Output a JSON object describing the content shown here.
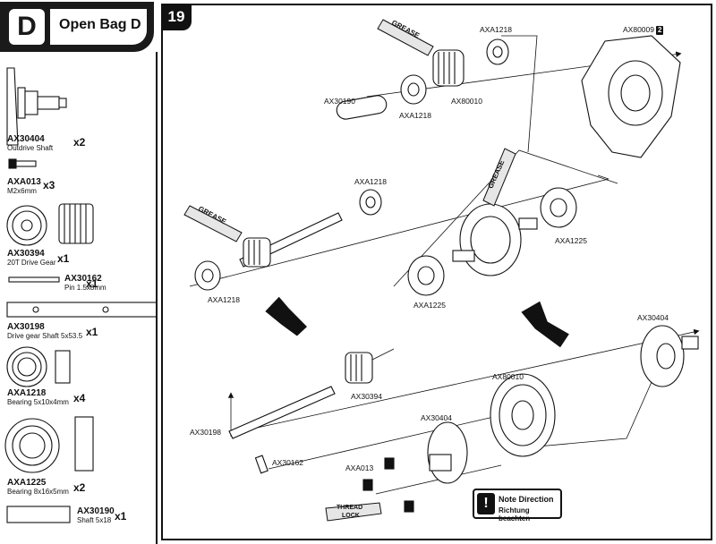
{
  "bag": {
    "letter": "D",
    "title": "Open Bag D"
  },
  "step": {
    "number": "19"
  },
  "parts": [
    {
      "code": "AX30404",
      "desc": "Outdrive Shaft",
      "qty": "x2"
    },
    {
      "code": "AXA013",
      "desc": "M2x6mm",
      "qty": "x3"
    },
    {
      "code": "AX30394",
      "desc": "20T Drive Gear",
      "qty": "x1"
    },
    {
      "code": "AX30162",
      "desc": "Pin 1.5x8mm",
      "qty": "x1"
    },
    {
      "code": "AX30198",
      "desc": "Drive gear Shaft 5x53.5",
      "qty": "x1"
    },
    {
      "code": "AXA1218",
      "desc": "Bearing 5x10x4mm",
      "qty": "x4"
    },
    {
      "code": "AXA1225",
      "desc": "Bearing 8x16x5mm",
      "qty": "x2"
    },
    {
      "code": "AX30190",
      "desc": "Shaft 5x18",
      "qty": "x1"
    }
  ],
  "diagram": {
    "labels": {
      "top_axa1218_a": "AXA1218",
      "top_ax80009": "AX80009",
      "top_ax80009_badge": "2",
      "top_ax30190": "AX30190",
      "top_axa1218_b": "AXA1218",
      "top_ax80010": "AX80010",
      "mid_axa1218_a": "AXA1218",
      "mid_axa1218_b": "AXA1218",
      "mid_axa1225_a": "AXA1225",
      "mid_axa1225_b": "AXA1225",
      "bot_ax30404_a": "AX30404",
      "bot_ax80010": "AX80010",
      "bot_ax30404_b": "AX30404",
      "bot_ax30394": "AX30394",
      "bot_ax30198": "AX30198",
      "bot_ax30162": "AX30162",
      "bot_axa013": "AXA013"
    },
    "tubes": {
      "grease_1": "GREASE",
      "grease_2": "GREASE",
      "grease_3": "GREASE",
      "thread_lock_1": "THREAD",
      "thread_lock_2": "LOCK"
    },
    "note": {
      "icon": "!",
      "line1": "Note Direction",
      "line2": "Richtung beachten"
    }
  }
}
